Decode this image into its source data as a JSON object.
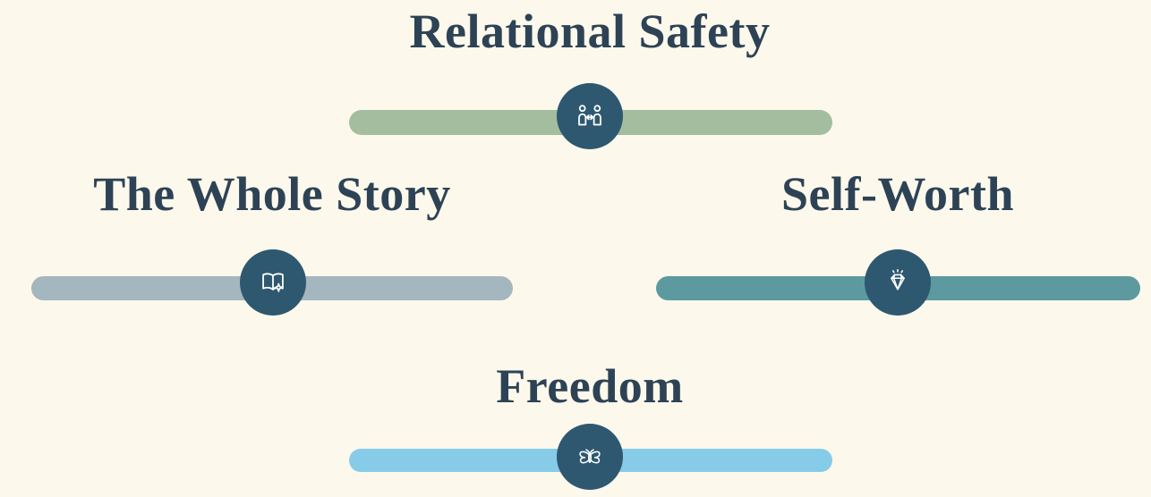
{
  "page": {
    "background_color": "#fcf8ec",
    "title_color": "#2d4355",
    "circle_color": "#2e5870",
    "icon_stroke_color": "#ffffff"
  },
  "pillars": [
    {
      "label": "Relational Safety",
      "icon": "people-connection-icon",
      "bar_color": "#a4bd9f"
    },
    {
      "label": "The Whole Story",
      "icon": "open-book-sparkle-icon",
      "bar_color": "#a4b6be"
    },
    {
      "label": "Self-Worth",
      "icon": "diamond-icon",
      "bar_color": "#5d9a9f"
    },
    {
      "label": "Freedom",
      "icon": "butterfly-icon",
      "bar_color": "#86cce9"
    }
  ]
}
